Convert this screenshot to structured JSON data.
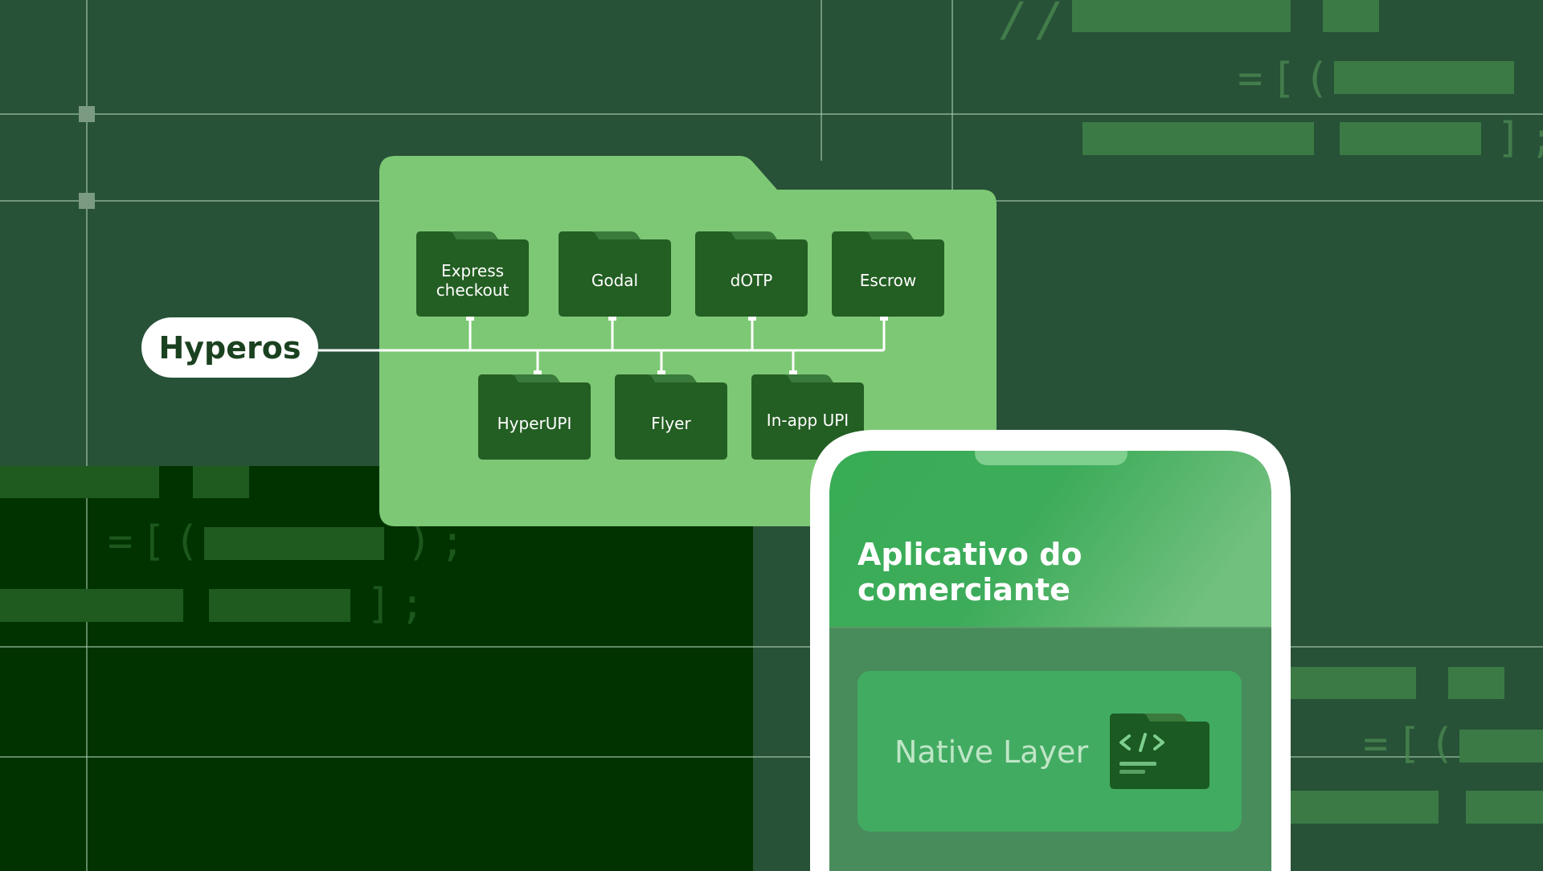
{
  "hub": {
    "label": "Hyperos"
  },
  "modules": {
    "top": [
      {
        "label": "Express checkout"
      },
      {
        "label": "Godal"
      },
      {
        "label": "dOTP"
      },
      {
        "label": "Escrow"
      }
    ],
    "bottom": [
      {
        "label": "HyperUPI"
      },
      {
        "label": "Flyer"
      },
      {
        "label": "In-app UPI"
      }
    ]
  },
  "phone": {
    "title": "Aplicativo do comerciante",
    "layer": {
      "label": "Native Layer",
      "icon": "code-folder-icon"
    }
  },
  "background_code": {
    "line_1": "//",
    "line_2": "=[(",
    "line_3": "];",
    "line_4": "=[(",
    "line_5": ");",
    "line_6": "];",
    "line_7": "=[("
  },
  "colors": {
    "background": "#275237",
    "dark_panel": "#003300",
    "folder_main": "#7dc875",
    "folder_item": "#235e23",
    "phone_header": "#3aaf5a",
    "phone_body": "#488c5c",
    "native_card": "#42ab62"
  }
}
